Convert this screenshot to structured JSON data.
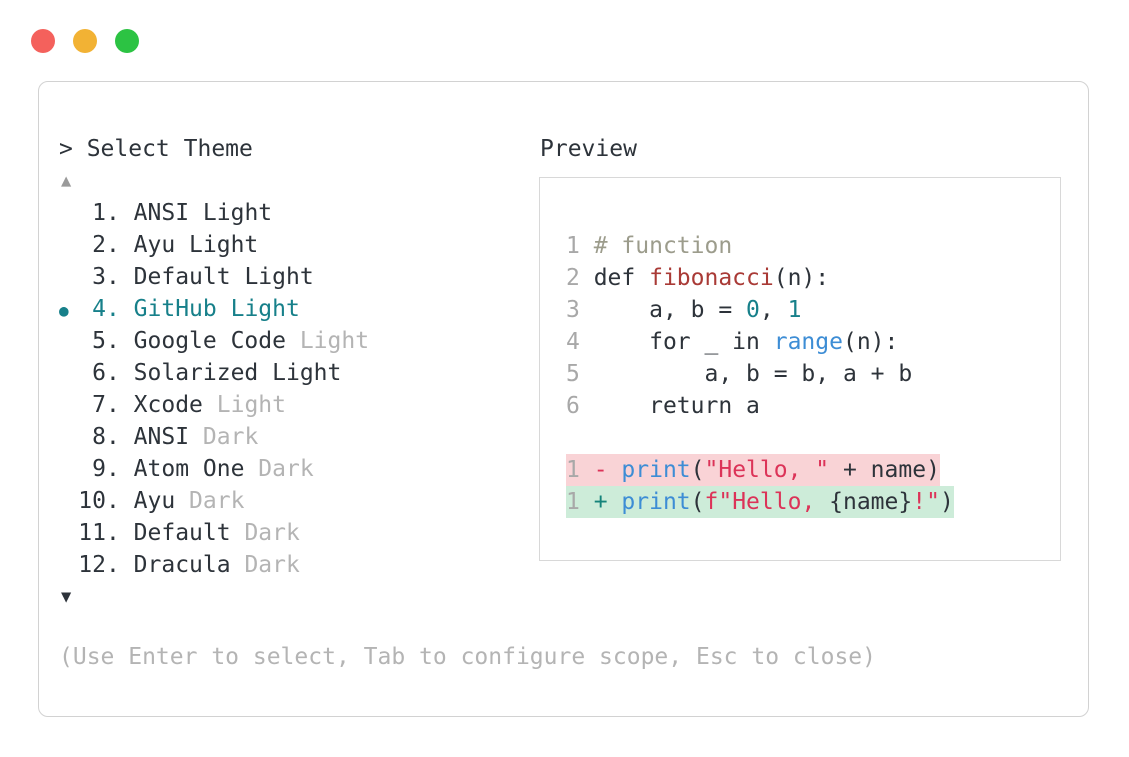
{
  "window": {
    "controls": [
      {
        "name": "close",
        "color": "#f4615c"
      },
      {
        "name": "minimize",
        "color": "#f2b234"
      },
      {
        "name": "zoom",
        "color": "#2cc343"
      }
    ]
  },
  "colors": {
    "text_dark": "#2d333a",
    "text_muted": "#b4b4b4",
    "accent_teal": "#17808a",
    "comment": "#9c9c8c",
    "function_red": "#a93a36",
    "string_crimson": "#dc3358",
    "keyword_blue": "#3d8dd5",
    "line_number_gray": "#a8a8a8",
    "diff_removed_bg": "#f9d3d6",
    "diff_added_bg": "#cdecd9",
    "panel_border": "#d2d2d2",
    "preview_border": "#d8d8d8"
  },
  "panel": {
    "title": "> Select Theme",
    "scroll_up_indicator": "▲",
    "scroll_down_indicator": "▼",
    "selected_marker": "●",
    "hint": "(Use Enter to select, Tab to configure scope, Esc to close)",
    "themes": [
      {
        "num": "1",
        "name": "ANSI",
        "suffix": "Light",
        "suffix_muted": false,
        "selected": false
      },
      {
        "num": "2",
        "name": "Ayu",
        "suffix": "Light",
        "suffix_muted": false,
        "selected": false
      },
      {
        "num": "3",
        "name": "Default",
        "suffix": "Light",
        "suffix_muted": false,
        "selected": false
      },
      {
        "num": "4",
        "name": "GitHub",
        "suffix": "Light",
        "suffix_muted": false,
        "selected": true
      },
      {
        "num": "5",
        "name": "Google Code",
        "suffix": "Light",
        "suffix_muted": true,
        "selected": false
      },
      {
        "num": "6",
        "name": "Solarized",
        "suffix": "Light",
        "suffix_muted": false,
        "selected": false
      },
      {
        "num": "7",
        "name": "Xcode",
        "suffix": "Light",
        "suffix_muted": true,
        "selected": false
      },
      {
        "num": "8",
        "name": "ANSI",
        "suffix": "Dark",
        "suffix_muted": true,
        "selected": false
      },
      {
        "num": "9",
        "name": "Atom One",
        "suffix": "Dark",
        "suffix_muted": true,
        "selected": false
      },
      {
        "num": "10",
        "name": "Ayu",
        "suffix": "Dark",
        "suffix_muted": true,
        "selected": false
      },
      {
        "num": "11",
        "name": "Default",
        "suffix": "Dark",
        "suffix_muted": true,
        "selected": false
      },
      {
        "num": "12",
        "name": "Dracula",
        "suffix": "Dark",
        "suffix_muted": true,
        "selected": false
      }
    ]
  },
  "preview": {
    "title": "Preview",
    "code_lines": [
      {
        "num": "1",
        "tokens": [
          {
            "t": "# function",
            "c": "comment"
          }
        ]
      },
      {
        "num": "2",
        "tokens": [
          {
            "t": "def ",
            "c": "plain"
          },
          {
            "t": "fibonacci",
            "c": "func"
          },
          {
            "t": "(n):",
            "c": "plain"
          }
        ]
      },
      {
        "num": "3",
        "tokens": [
          {
            "t": "    a, b = ",
            "c": "plain"
          },
          {
            "t": "0",
            "c": "num"
          },
          {
            "t": ", ",
            "c": "plain"
          },
          {
            "t": "1",
            "c": "num"
          }
        ]
      },
      {
        "num": "4",
        "tokens": [
          {
            "t": "    for _ in ",
            "c": "plain"
          },
          {
            "t": "range",
            "c": "blue"
          },
          {
            "t": "(n):",
            "c": "plain"
          }
        ]
      },
      {
        "num": "5",
        "tokens": [
          {
            "t": "        a, b = b, a + b",
            "c": "plain"
          }
        ]
      },
      {
        "num": "6",
        "tokens": [
          {
            "t": "    return a",
            "c": "plain"
          }
        ]
      }
    ],
    "diff_lines": [
      {
        "num": "1",
        "sign": "-",
        "type": "del",
        "tokens": [
          {
            "t": "print",
            "c": "blue"
          },
          {
            "t": "(",
            "c": "plain"
          },
          {
            "t": "\"Hello, \"",
            "c": "str"
          },
          {
            "t": " + name)",
            "c": "plain"
          }
        ]
      },
      {
        "num": "1",
        "sign": "+",
        "type": "add",
        "tokens": [
          {
            "t": "print",
            "c": "blue"
          },
          {
            "t": "(",
            "c": "plain"
          },
          {
            "t": "f\"Hello, ",
            "c": "str"
          },
          {
            "t": "{name}",
            "c": "plain"
          },
          {
            "t": "!\"",
            "c": "str"
          },
          {
            "t": ")",
            "c": "plain"
          }
        ]
      }
    ]
  }
}
